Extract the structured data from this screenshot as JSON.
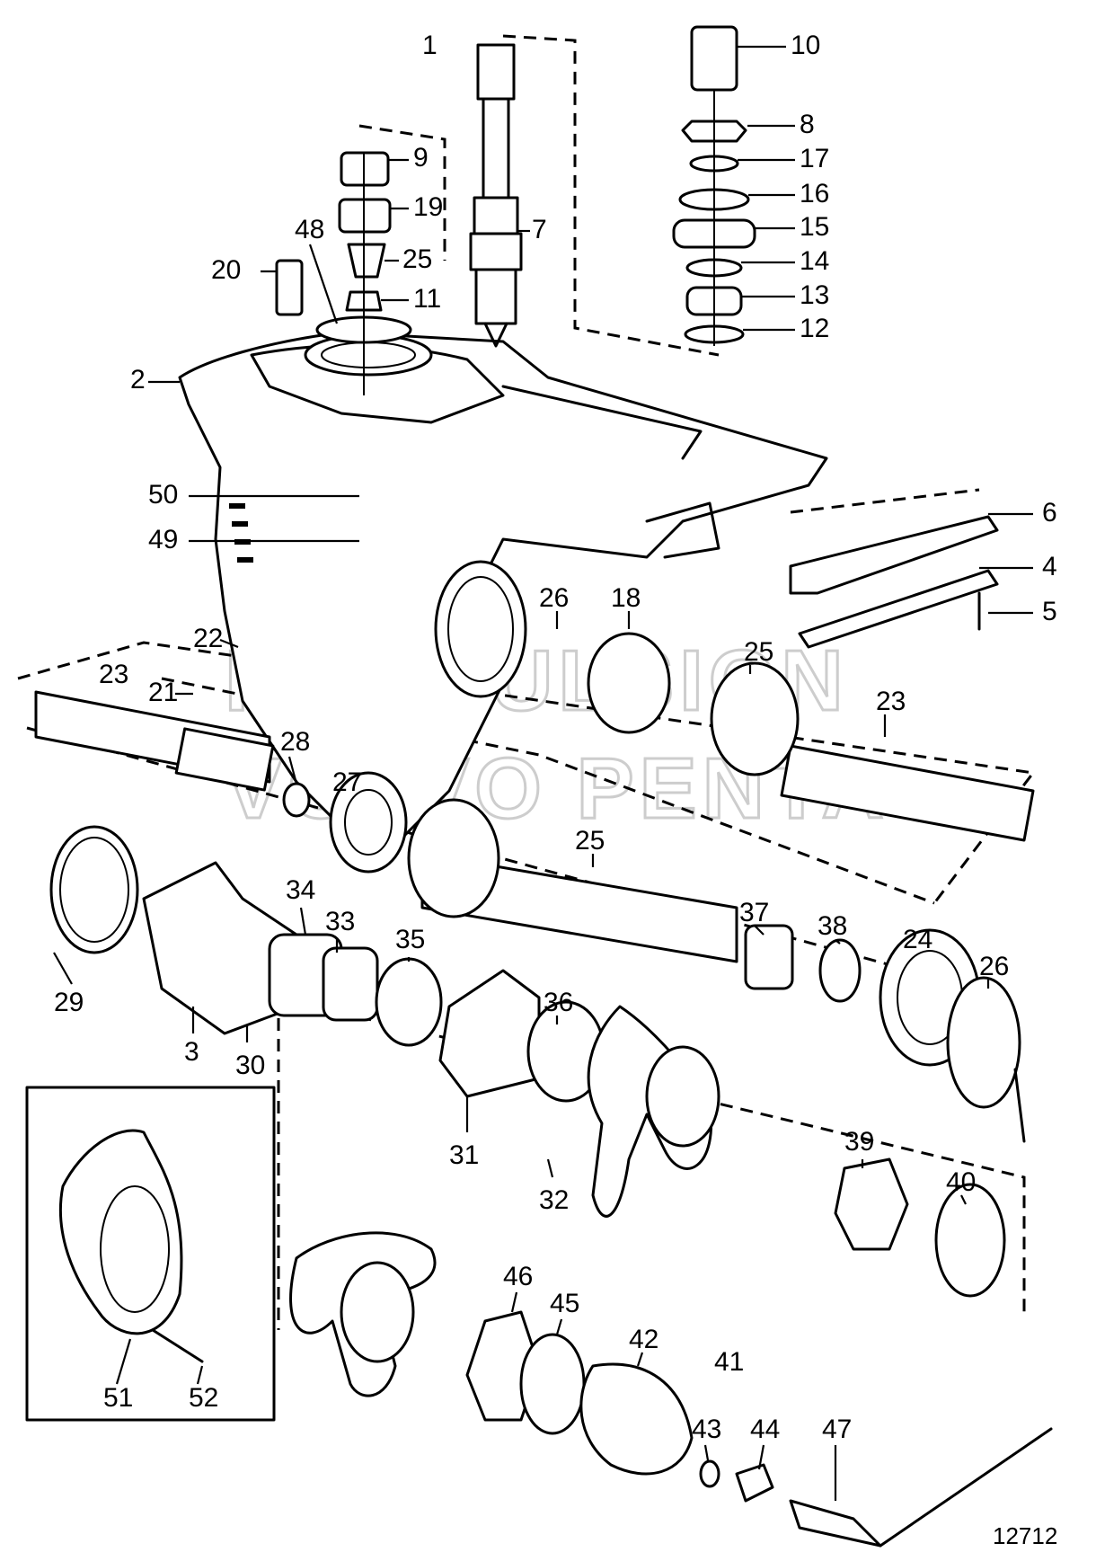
{
  "diagram": {
    "drawing_number": "12712",
    "watermark": [
      "PROPULSION",
      "VOLVO PENTA"
    ],
    "part_labels": [
      "1",
      "2",
      "3",
      "4",
      "5",
      "6",
      "7",
      "8",
      "9",
      "10",
      "11",
      "12",
      "13",
      "14",
      "15",
      "16",
      "17",
      "18",
      "19",
      "20",
      "21",
      "22",
      "23",
      "23",
      "24",
      "25",
      "25",
      "25",
      "26",
      "26",
      "27",
      "28",
      "29",
      "30",
      "31",
      "32",
      "33",
      "34",
      "35",
      "36",
      "37",
      "38",
      "39",
      "40",
      "41",
      "42",
      "43",
      "44",
      "45",
      "46",
      "47",
      "48",
      "49",
      "50",
      "51",
      "52"
    ]
  }
}
